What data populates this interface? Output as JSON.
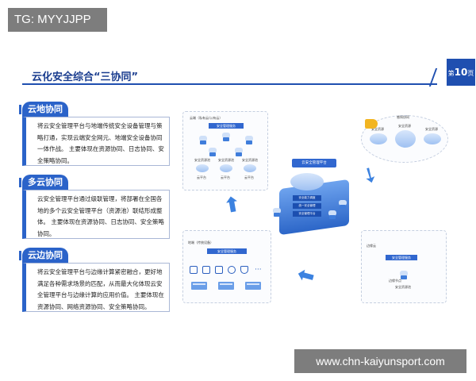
{
  "overlay": {
    "tg_text": "TG: MYYJJPP",
    "watermark": "www.chn-kaiyunsport.com"
  },
  "slide": {
    "title": "云化安全综合“三协同”",
    "page_prefix": "第",
    "page_number": "10",
    "page_suffix": "页"
  },
  "panels": [
    {
      "tab": "云地协同",
      "lines": [
        "将云安全管理平台与地端传统安全设备管理与策",
        "略打通，实现云端安全网元、地端安全设备协同",
        "一体作战。 主要体现在资源协同、日志协同、安",
        "全策略协同。"
      ]
    },
    {
      "tab": "多云协同",
      "lines": [
        "云安全管理平台通过级联管理，将部署在全国各",
        "地的多个云安全管理平台（资源池）联结形成整",
        "体。 主要体现在资源协同、日志协同、安全策略",
        "协同。"
      ]
    },
    {
      "tab": "云边协同",
      "lines": [
        "将云安全管理平台与边缘计算紧密融合，更好地",
        "满足各种需求场景的匹配，从而最大化体现云安",
        "全管理平台与边缘计算的应用价值。 主要体现在",
        "资源协同、网络资源协同、安全策略协同。"
      ]
    }
  ],
  "diagram": {
    "center_label": "云安全管理平台",
    "center_sub": [
      "安全能力调度",
      "统一安全管理",
      "安全管理平台"
    ],
    "top_left": {
      "caption": "云端（私有云/公有云）",
      "header": "安全管理服务",
      "labels": [
        "安全资源池",
        "安全资源池",
        "安全资源池",
        "云平台",
        "云平台",
        "云平台"
      ]
    },
    "top_right": {
      "caption": "感知协同",
      "labels": [
        "安全资源",
        "安全资源",
        "安全资源"
      ]
    },
    "bottom_left": {
      "caption": "地端（传统设备）",
      "header": "安全管理服务",
      "more": "···"
    },
    "bottom_right": {
      "caption": "边缘云",
      "header": "安全管理服务",
      "labels": [
        "边缘节点",
        "安全资源池"
      ]
    }
  },
  "colors": {
    "brand": "#1f4fb0",
    "tab": "#2b63c9",
    "arrow": "#3c82e0"
  }
}
